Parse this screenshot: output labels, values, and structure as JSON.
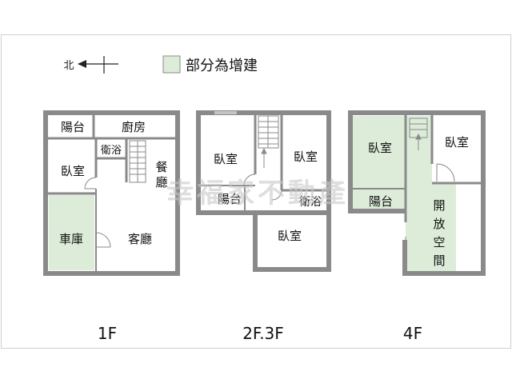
{
  "compass": {
    "north_label": "北"
  },
  "legend": {
    "label": "部分為增建",
    "swatch_color": "#dcecd8"
  },
  "colors": {
    "wall": "#8a8a8a",
    "extension": "#dcecd8",
    "watermark": "#c8c8c8"
  },
  "watermark": "幸福家不動產",
  "floors": {
    "f1": {
      "label": "1F",
      "rooms": {
        "balcony": "陽台",
        "kitchen": "廚房",
        "bath": "衛浴",
        "bedroom": "臥室",
        "dining_1": "餐",
        "dining_2": "廳",
        "garage": "車庫",
        "living": "客廳"
      }
    },
    "f2": {
      "label": "2F.3F",
      "rooms": {
        "bedroom_left": "臥室",
        "bedroom_right": "臥室",
        "balcony": "陽台",
        "bath": "衛浴",
        "bedroom_bottom": "臥室"
      }
    },
    "f4": {
      "label": "4F",
      "rooms": {
        "bedroom_left": "臥室",
        "bedroom_right": "臥室",
        "balcony": "陽台",
        "open_1": "開",
        "open_2": "放",
        "open_3": "空",
        "open_4": "間"
      }
    }
  }
}
